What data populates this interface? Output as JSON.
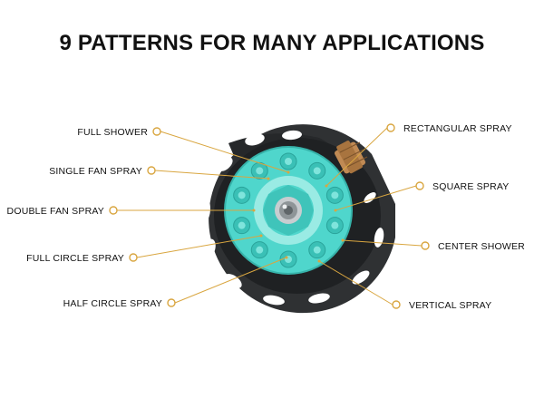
{
  "title": "9 PATTERNS FOR MANY APPLICATIONS",
  "colors": {
    "accent": "#d9a640",
    "base": "#2f3133",
    "dial": "#4fd6cc",
    "connector": "#c08a54"
  },
  "patterns": [
    {
      "label": "FULL SHOWER",
      "side": "left"
    },
    {
      "label": "SINGLE FAN SPRAY",
      "side": "left"
    },
    {
      "label": "DOUBLE FAN SPRAY",
      "side": "left"
    },
    {
      "label": "FULL CIRCLE SPRAY",
      "side": "left"
    },
    {
      "label": "HALF CIRCLE SPRAY",
      "side": "left"
    },
    {
      "label": "RECTANGULAR SPRAY",
      "side": "right"
    },
    {
      "label": "SQUARE SPRAY",
      "side": "right"
    },
    {
      "label": "CENTER SHOWER",
      "side": "right"
    },
    {
      "label": "VERTICAL SPRAY",
      "side": "right"
    }
  ]
}
